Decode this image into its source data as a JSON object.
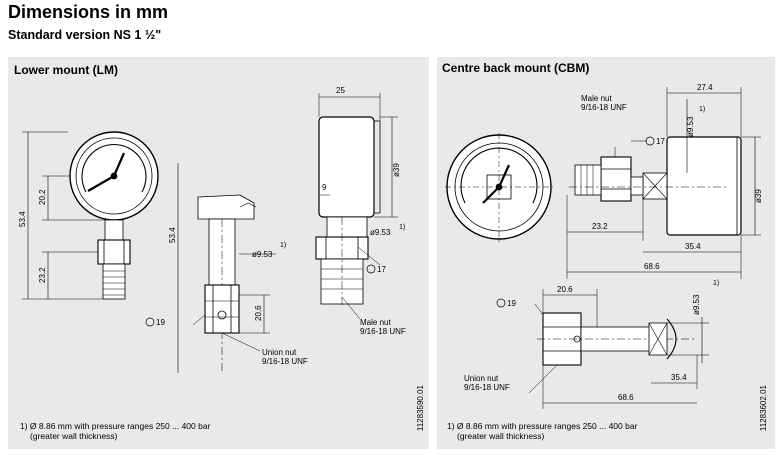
{
  "page": {
    "title": "Dimensions in mm",
    "subtitle": "Standard version NS 1 ½\""
  },
  "left_panel": {
    "title": "Lower mount (LM)",
    "footnote_line1": "1)  Ø 8.86 mm with pressure ranges 250 ... 400 bar",
    "footnote_line2": "(greater wall thickness)",
    "drawing_number": "11283590.01",
    "labels": {
      "dim_25": "25",
      "dim_9": "9",
      "dim_39": "ø39",
      "dim_953_side": "ø9.53",
      "dim_953_mid": "ø9.53",
      "dim_202": "20.2",
      "dim_534_left": "53.4",
      "dim_232": "23.2",
      "dim_534_right": "53.4",
      "dim_206": "20.6",
      "note_1a": "1)",
      "note_1b": "1)",
      "hex_17": "17",
      "hex_19": "19",
      "male_nut_1": "Male nut",
      "male_nut_2": "9/16-18 UNF",
      "union_nut_1": "Union nut",
      "union_nut_2": "9/16-18 UNF"
    }
  },
  "right_panel": {
    "title": "Centre back mount (CBM)",
    "footnote_line1": "1)  Ø 8.86 mm with pressure ranges 250 ... 400 bar",
    "footnote_line2": "(greater wall thickness)",
    "drawing_number": "11283602.01",
    "labels": {
      "male_nut_1": "Male nut",
      "male_nut_2": "9/16-18 UNF",
      "dim_274": "27.4",
      "dim_953_top": "ø9.53",
      "note_1a": "1)",
      "hex_17": "17",
      "dim_39": "ø39",
      "dim_232": "23.2",
      "dim_354_top": "35.4",
      "dim_686_top": "68.6",
      "hex_19": "19",
      "dim_206": "20.6",
      "dim_953_bottom": "ø9.53",
      "note_1b": "1)",
      "union_nut_1": "Union nut",
      "union_nut_2": "9/16-18 UNF",
      "dim_354_bottom": "35.4",
      "dim_686_bottom": "68.6"
    }
  }
}
